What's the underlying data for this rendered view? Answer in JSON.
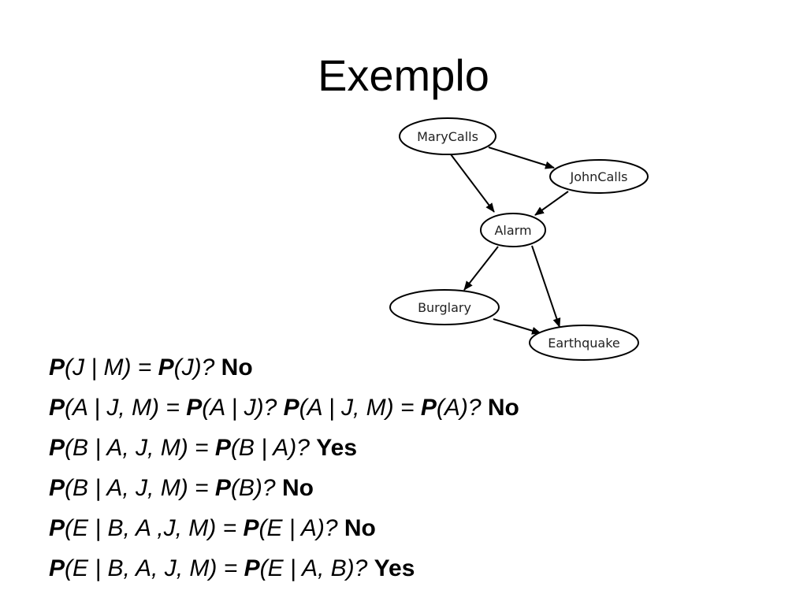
{
  "title": "Exemplo",
  "network": {
    "nodes": [
      {
        "id": "marycalls",
        "label": "MaryCalls"
      },
      {
        "id": "johncalls",
        "label": "JohnCalls"
      },
      {
        "id": "alarm",
        "label": "Alarm"
      },
      {
        "id": "burglary",
        "label": "Burglary"
      },
      {
        "id": "earthquake",
        "label": "Earthquake"
      }
    ],
    "edges": [
      {
        "from": "MaryCalls",
        "to": "JohnCalls"
      },
      {
        "from": "MaryCalls",
        "to": "Alarm"
      },
      {
        "from": "JohnCalls",
        "to": "Alarm"
      },
      {
        "from": "Alarm",
        "to": "Burglary"
      },
      {
        "from": "Alarm",
        "to": "Earthquake"
      },
      {
        "from": "Burglary",
        "to": "Earthquake"
      }
    ]
  },
  "statements": [
    {
      "segments": [
        {
          "bold": "P",
          "text": "(J | M) = "
        },
        {
          "bold": "P",
          "text": "(J)?"
        }
      ],
      "answer": "No"
    },
    {
      "segments": [
        {
          "bold": "P",
          "text": "(A | J, M) = "
        },
        {
          "bold": "P",
          "text": "(A | J)? "
        },
        {
          "bold": "P",
          "text": "(A | J, M) = "
        },
        {
          "bold": "P",
          "text": "(A)?"
        }
      ],
      "answer": "No"
    },
    {
      "segments": [
        {
          "bold": "P",
          "text": "(B | A, J, M) = "
        },
        {
          "bold": "P",
          "text": "(B | A)?"
        }
      ],
      "answer": "Yes"
    },
    {
      "segments": [
        {
          "bold": "P",
          "text": "(B | A, J, M) = "
        },
        {
          "bold": "P",
          "text": "(B)?"
        }
      ],
      "answer": "No"
    },
    {
      "segments": [
        {
          "bold": "P",
          "text": "(E | B, A ,J, M) = "
        },
        {
          "bold": "P",
          "text": "(E | A)?"
        }
      ],
      "answer": "No"
    },
    {
      "segments": [
        {
          "bold": "P",
          "text": "(E | B, A, J, M) = "
        },
        {
          "bold": "P",
          "text": "(E | A, B)?"
        }
      ],
      "answer": "Yes"
    }
  ]
}
